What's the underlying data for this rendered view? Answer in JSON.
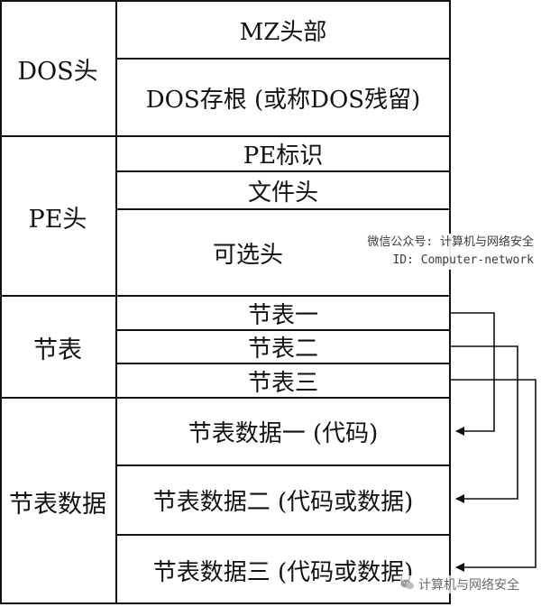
{
  "groups": {
    "dos_header": "DOS头",
    "pe_header": "PE头",
    "section_table": "节表",
    "section_data": "节表数据"
  },
  "rows": {
    "mz_header": "MZ头部",
    "dos_stub": "DOS存根 (或称DOS残留)",
    "pe_signature": "PE标识",
    "file_header": "文件头",
    "optional_header": "可选头",
    "section_1": "节表一",
    "section_2": "节表二",
    "section_3": "节表三",
    "section_data_1": "节表数据一 (代码)",
    "section_data_2": "节表数据二 (代码或数据)",
    "section_data_3": "节表数据三 (代码或数据)"
  },
  "watermark": {
    "line1": "微信公众号: 计算机与网络安全",
    "line2": "ID: Computer-network"
  },
  "footer_brand": "计算机与网络安全",
  "icons": {
    "brand": "wechat-icon"
  },
  "colors": {
    "line": "#111111",
    "background": "#ffffff",
    "watermark_text": "#3a3a3a"
  }
}
